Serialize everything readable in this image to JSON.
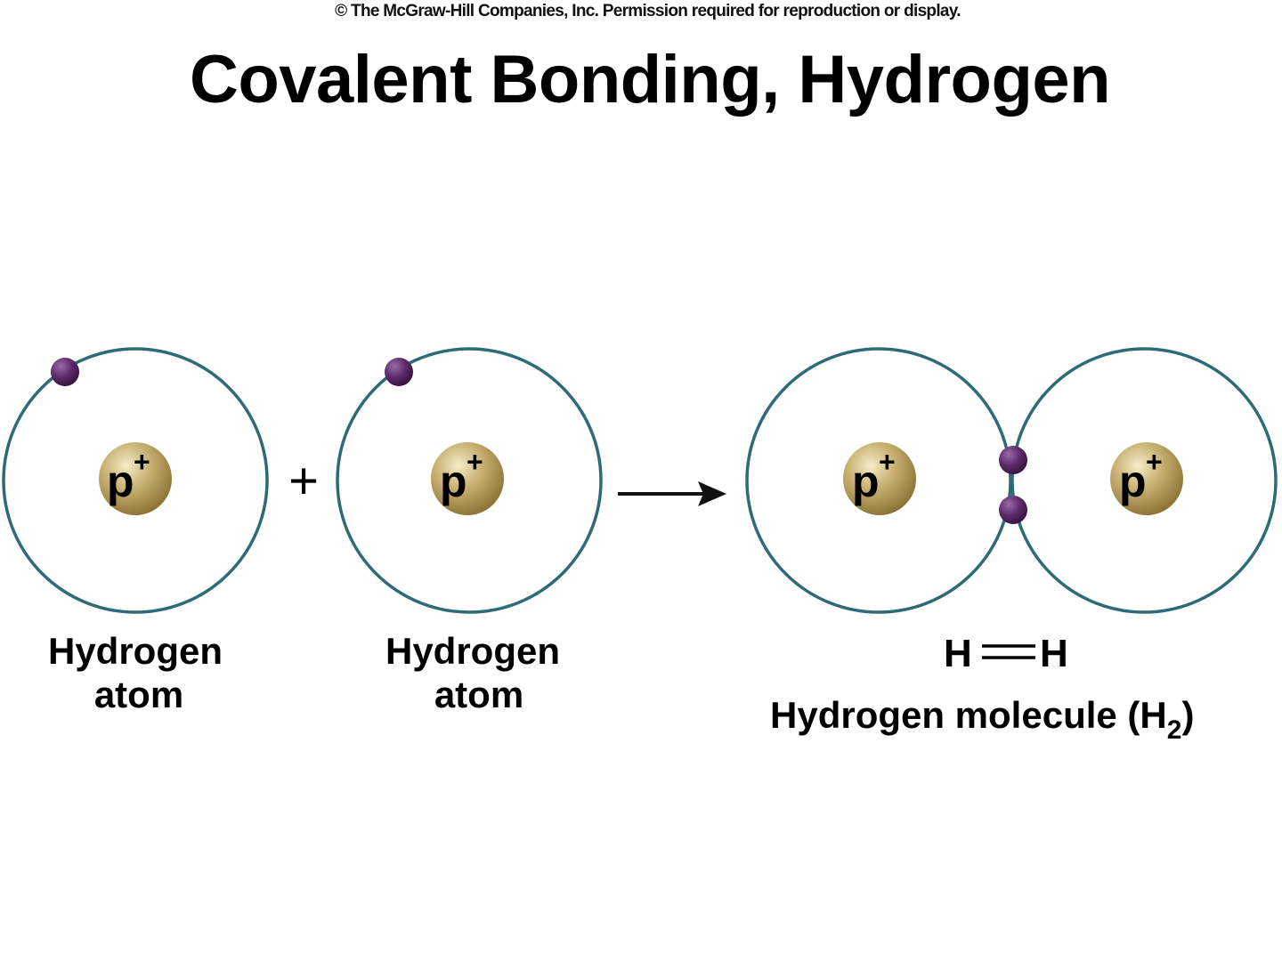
{
  "copyright": "© The McGraw-Hill Companies, Inc. Permission required for reproduction or display.",
  "title": "Covalent Bonding, Hydrogen",
  "atom_1": {
    "label_line1": "Hydrogen",
    "label_line2": "atom",
    "proton": {
      "letter": "p",
      "charge": "+"
    }
  },
  "plus_sign": "+",
  "atom_2": {
    "label_line1": "Hydrogen",
    "label_line2": "atom",
    "proton": {
      "letter": "p",
      "charge": "+"
    }
  },
  "molecule": {
    "formula_left": "H",
    "formula_right": "H",
    "label_main": "Hydrogen molecule (H",
    "label_sub": "2",
    "label_close": ")",
    "proton_left": {
      "letter": "p",
      "charge": "+"
    },
    "proton_right": {
      "letter": "p",
      "charge": "+"
    }
  },
  "colors": {
    "orbit": "#2e6a78",
    "electron": "#5a2a66",
    "proton": "#b8a060",
    "arrow": "#111111"
  }
}
